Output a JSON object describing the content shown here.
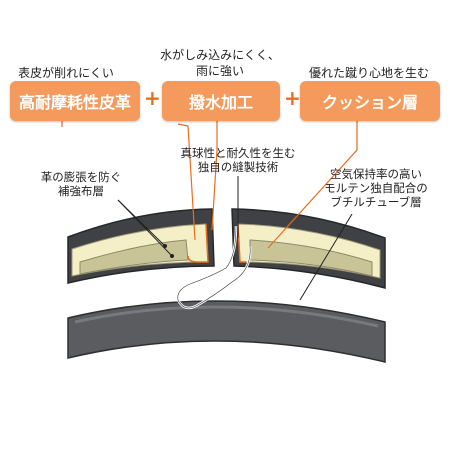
{
  "top": {
    "items": [
      {
        "caption": "表皮が削れにくい",
        "box": "高耐摩耗性皮革"
      },
      {
        "caption_line1": "水がしみ込みにくく、",
        "caption_line2": "雨に強い",
        "box": "撥水加工"
      },
      {
        "caption": "優れた蹴り心地を生む",
        "box": "クッション層"
      }
    ],
    "plus_signs": [
      "+",
      "+"
    ]
  },
  "callouts": {
    "reinforcement": {
      "line1": "革の膨張を防ぐ",
      "line2": "補強布層"
    },
    "stitching": {
      "line1": "真球性と耐久性を生む",
      "line2": "独自の縫製技術"
    },
    "bladder": {
      "line1": "空気保持率の高い",
      "line2": "モルテン独自配合の",
      "line3": "ブチルチューブ層"
    }
  },
  "colors": {
    "accent_box": "#f39a5c",
    "accent_line": "#e96c1f",
    "leather_outer": "#3f4144",
    "cushion_cream": "#f4efc6",
    "fabric_olive": "#c9c498",
    "bladder": "#5a5c5f"
  }
}
